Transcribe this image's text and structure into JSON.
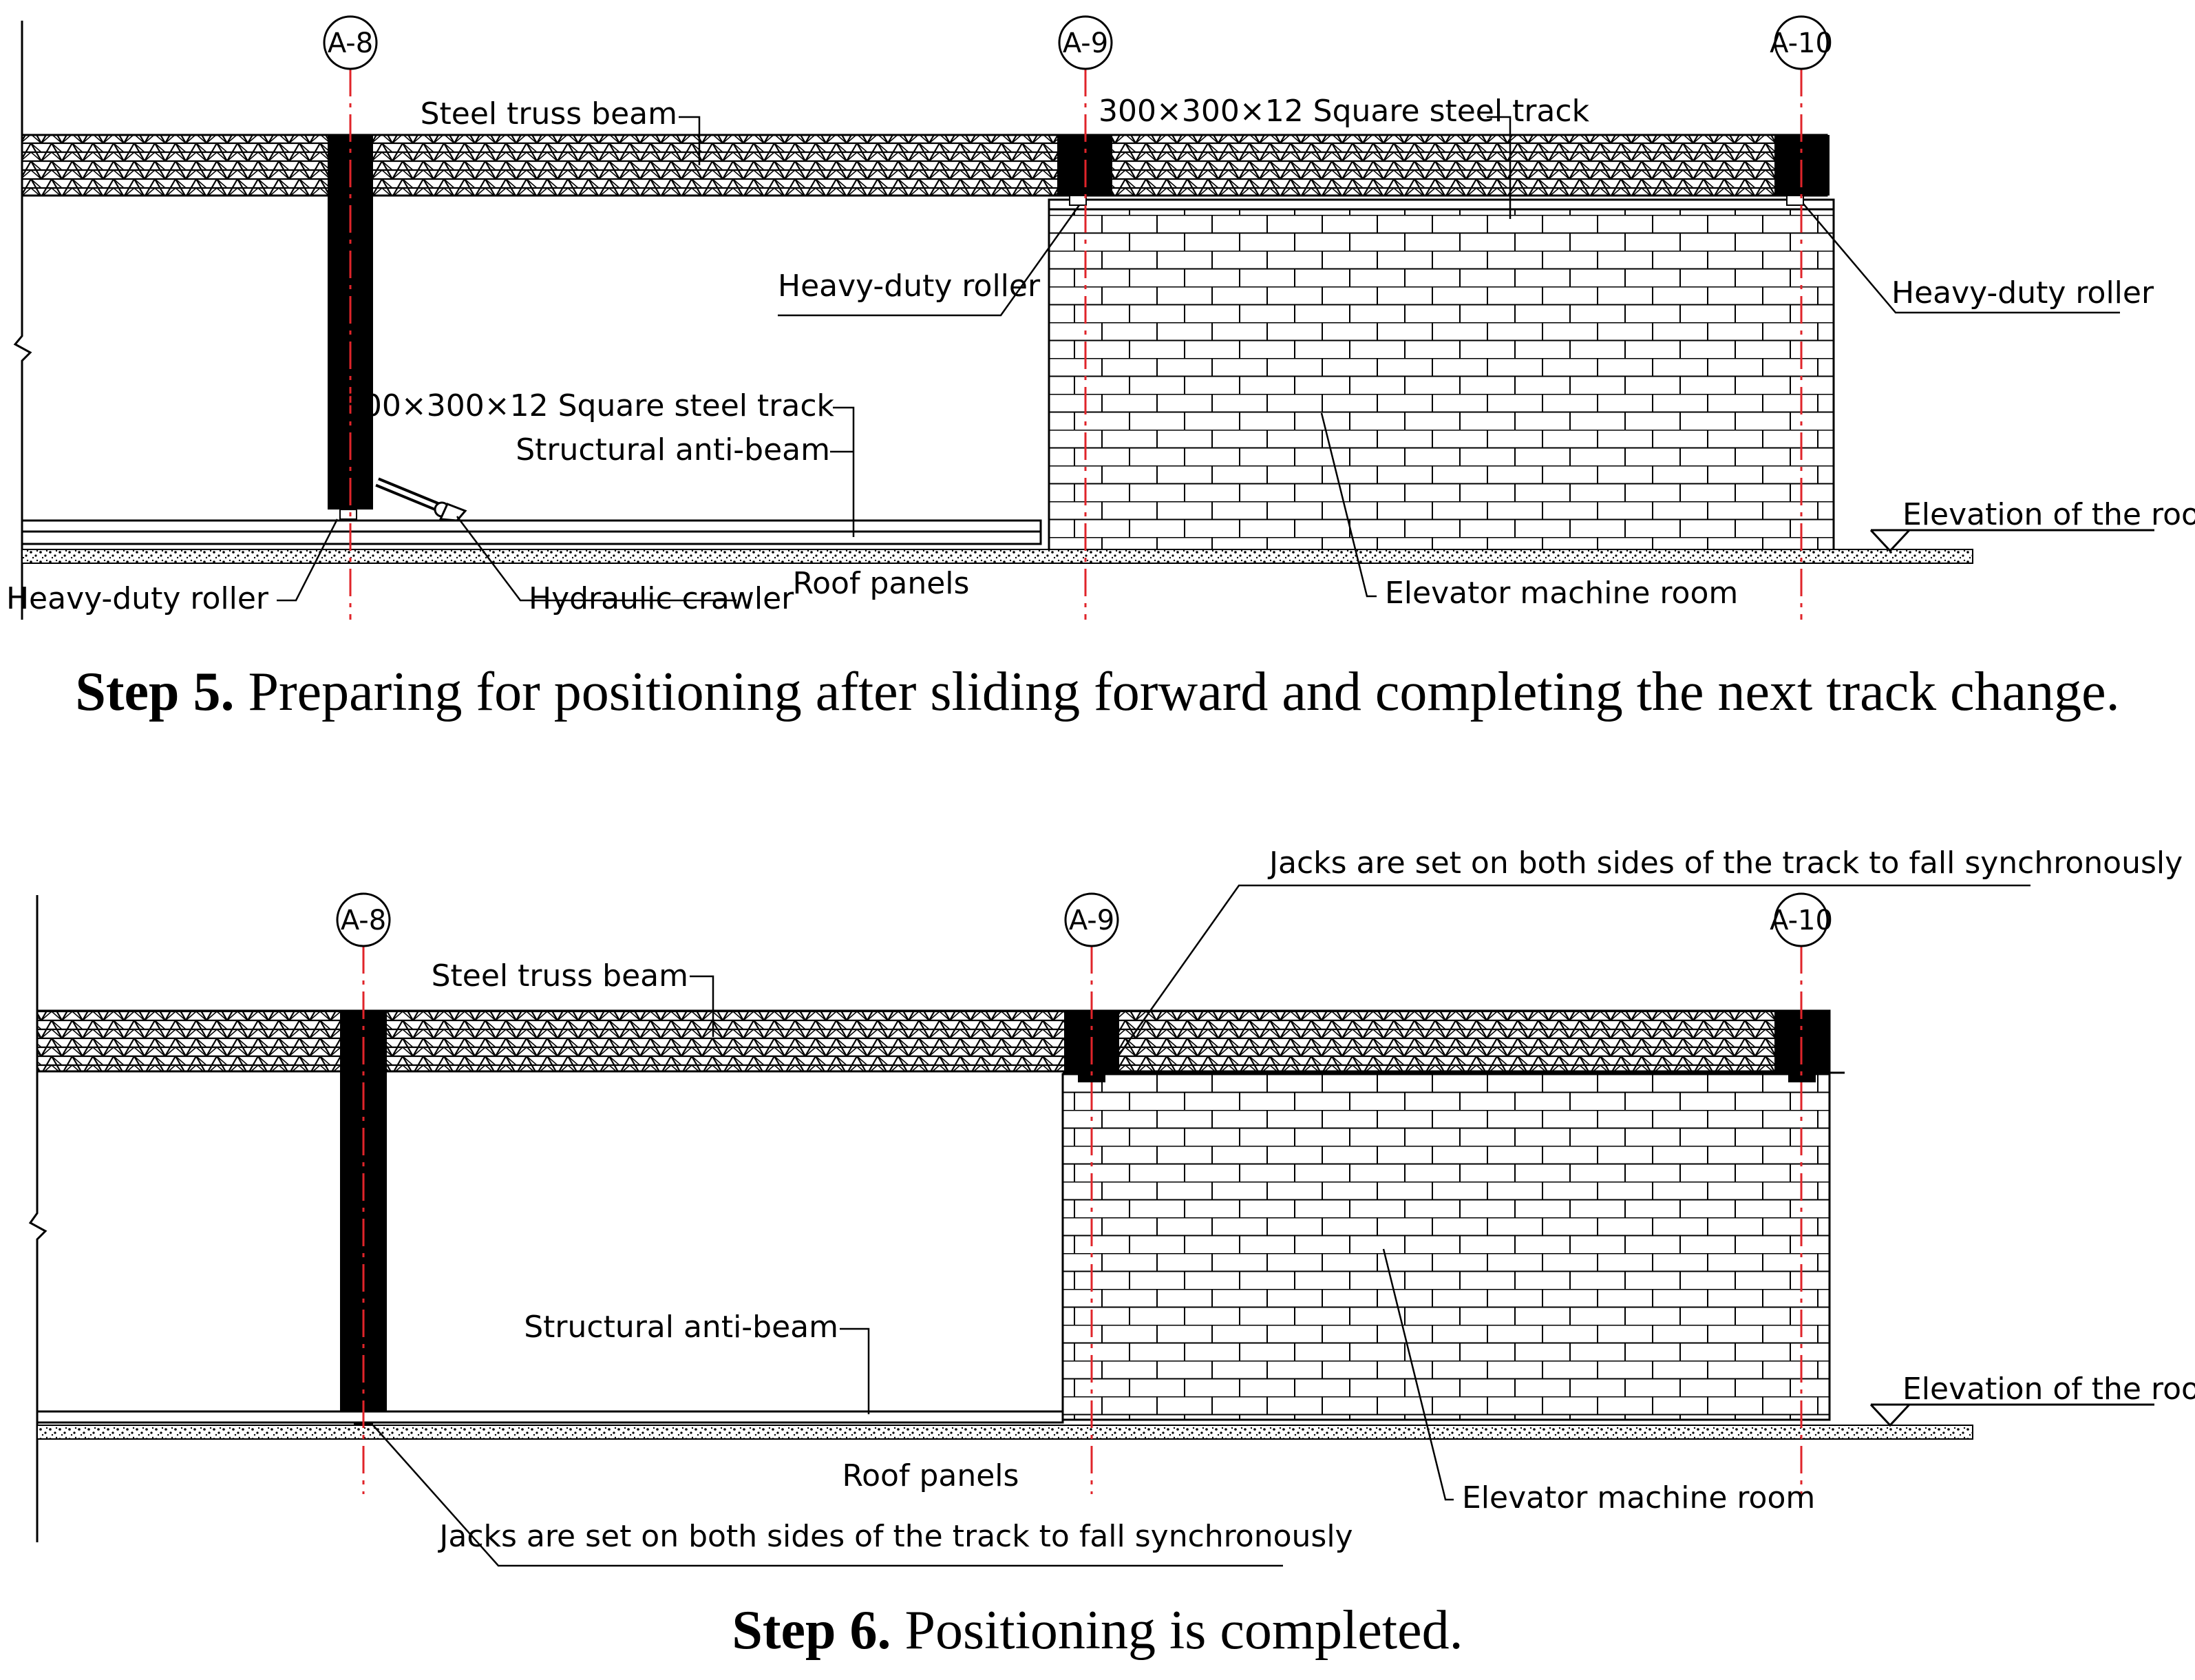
{
  "step5": {
    "grid_axes": [
      "A-8",
      "A-9",
      "A-10"
    ],
    "labels": {
      "steel_truss_beam": "Steel truss beam",
      "square_track_top": "300×300×12 Square steel track",
      "heavy_roller_mid": "Heavy-duty roller",
      "heavy_roller_right": "Heavy-duty roller",
      "square_track_low": "300×300×12 Square steel track",
      "anti_beam": "Structural anti-beam",
      "elevation": "Elevation of the roof",
      "heavy_roller_left": "Heavy-duty roller",
      "hydraulic_crawler": "Hydraulic crawler",
      "roof_panels": "Roof panels",
      "machine_room": "Elevator machine room"
    },
    "caption_bold": "Step 5.",
    "caption_text": " Preparing for positioning after sliding forward and completing the next track change."
  },
  "step6": {
    "grid_axes": [
      "A-8",
      "A-9",
      "A-10"
    ],
    "labels": {
      "jacks_top": "Jacks are set on both sides of the track to fall synchronously",
      "steel_truss_beam": "Steel truss beam",
      "anti_beam": "Structural anti-beam",
      "elevation": "Elevation of the roof",
      "roof_panels": "Roof panels",
      "machine_room": "Elevator machine room",
      "jacks_bottom": "Jacks are set on both sides of the track to fall synchronously"
    },
    "caption_bold": "Step 6.",
    "caption_text": " Positioning is completed."
  },
  "colors": {
    "axis_line": "#e0242a",
    "ink": "#000000"
  }
}
